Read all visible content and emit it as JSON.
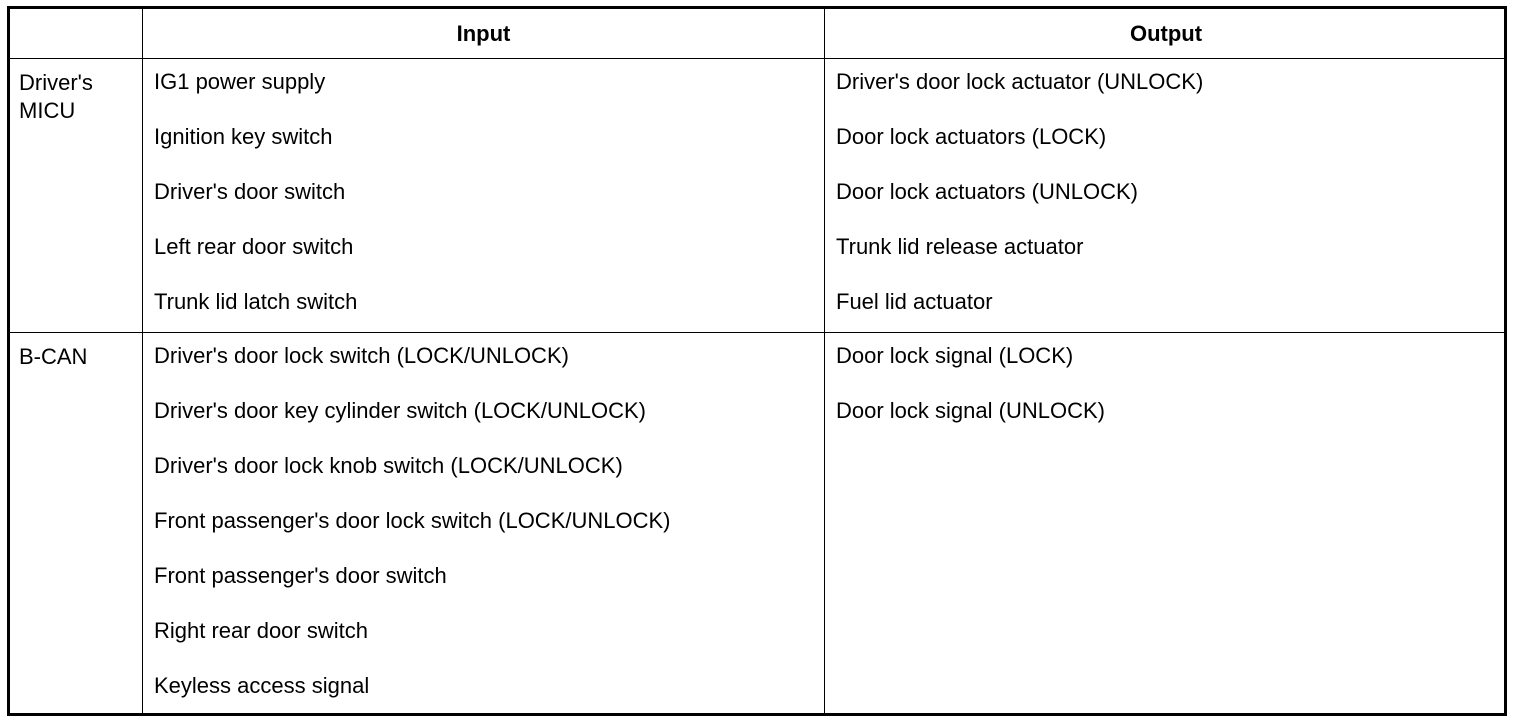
{
  "table": {
    "header": {
      "corner": "",
      "input": "Input",
      "output": "Output"
    },
    "rows": [
      {
        "label": "Driver's MICU",
        "inputs": [
          "IG1 power supply",
          "Ignition key switch",
          "Driver's door switch",
          "Left rear door switch",
          "Trunk lid latch switch"
        ],
        "outputs": [
          "Driver's door lock actuator (UNLOCK)",
          "Door lock actuators (LOCK)",
          "Door lock actuators (UNLOCK)",
          "Trunk lid release actuator",
          "Fuel lid actuator"
        ]
      },
      {
        "label": "B-CAN",
        "inputs": [
          "Driver's door lock switch (LOCK/UNLOCK)",
          "Driver's door key cylinder switch (LOCK/UNLOCK)",
          "Driver's door lock knob switch (LOCK/UNLOCK)",
          "Front passenger's door lock switch (LOCK/UNLOCK)",
          "Front passenger's door switch",
          "Right rear door switch",
          "Keyless access signal"
        ],
        "outputs": [
          "Door lock signal (LOCK)",
          "Door lock signal (UNLOCK)"
        ]
      }
    ]
  }
}
